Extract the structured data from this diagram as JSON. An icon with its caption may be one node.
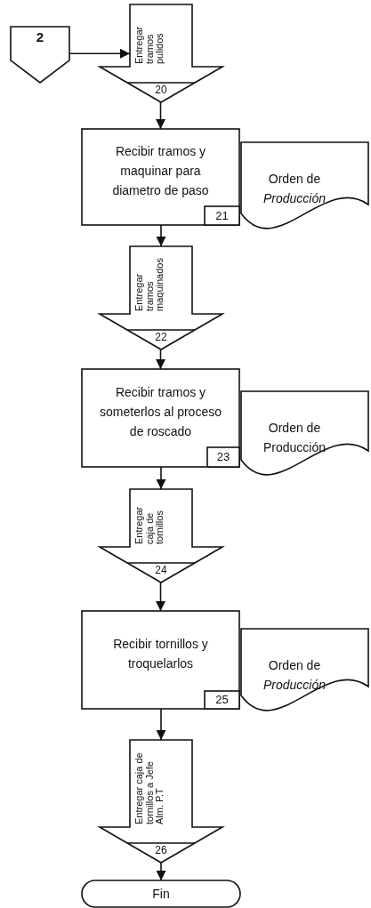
{
  "diagram": {
    "nodes": [
      {
        "text": [
          "2"
        ]
      },
      {
        "text": [
          "Entregar tramos pulidos",
          "20"
        ]
      },
      {
        "text": [
          "Recibir tramos y maquinar para diametro de paso"
        ]
      },
      {
        "text": [
          "21"
        ],
        "in": 2
      },
      {
        "text": [
          "Orden de *Producción*"
        ]
      },
      {
        "text": [
          "Entregar tramos maquinados",
          "22"
        ]
      },
      {
        "text": [
          "Recibir tramos y someterlos al proceso de roscado"
        ]
      },
      {
        "text": [
          "23"
        ],
        "in": 6
      },
      {
        "text": [
          "Orden de Producción"
        ]
      },
      {
        "text": [
          "Entregar caja de tornillos",
          "24"
        ]
      },
      {
        "text": [
          "Recibir tornillos y troquelarlos"
        ]
      },
      {
        "text": [
          "25"
        ],
        "in": 10
      },
      {
        "text": [
          "Orden de *Producción*"
        ]
      },
      {
        "text": [
          "Entregar caja de tornillos a Jefe Alm. P.T",
          "26"
        ]
      },
      {
        "text": [
          "Fin"
        ]
      }
    ],
    "edges": [
      {
        "from": 0,
        "to": 1,
        "arrow": "to"
      },
      {
        "from": 1,
        "to": 2,
        "arrow": "to"
      },
      {
        "from": 2,
        "to": 5,
        "arrow": "to"
      },
      {
        "from": 5,
        "to": 6,
        "arrow": "to"
      },
      {
        "from": 6,
        "to": 9,
        "arrow": "to"
      },
      {
        "from": 9,
        "to": 10,
        "arrow": "to"
      },
      {
        "from": 10,
        "to": 13,
        "arrow": "to"
      },
      {
        "from": 13,
        "to": 14,
        "arrow": "to"
      }
    ]
  }
}
